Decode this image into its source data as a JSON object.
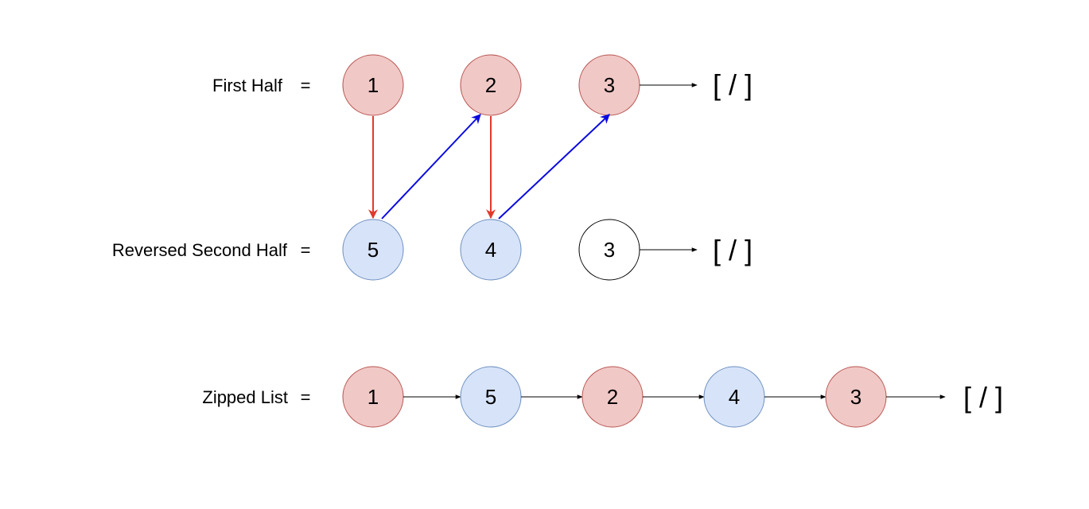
{
  "rows": {
    "first_half": {
      "label": "First Half",
      "eq": "=",
      "nodes": [
        "1",
        "2",
        "3"
      ],
      "terminator": "[ / ]"
    },
    "reversed_second_half": {
      "label": "Reversed Second Half",
      "eq": "=",
      "nodes": [
        "5",
        "4",
        "3"
      ],
      "terminator": "[ / ]"
    },
    "zipped_list": {
      "label": "Zipped List",
      "eq": "=",
      "nodes": [
        "1",
        "5",
        "2",
        "4",
        "3"
      ],
      "terminator": "[ / ]"
    }
  },
  "colors": {
    "first_fill": "#f0c8c6",
    "first_stroke": "#b85450",
    "second_fill": "#d7e3f8",
    "second_stroke": "#6c8ebf",
    "plain_fill": "#ffffff",
    "plain_stroke": "#000000",
    "red_arrow": "#e03a2b",
    "blue_arrow": "#0a0adf"
  }
}
